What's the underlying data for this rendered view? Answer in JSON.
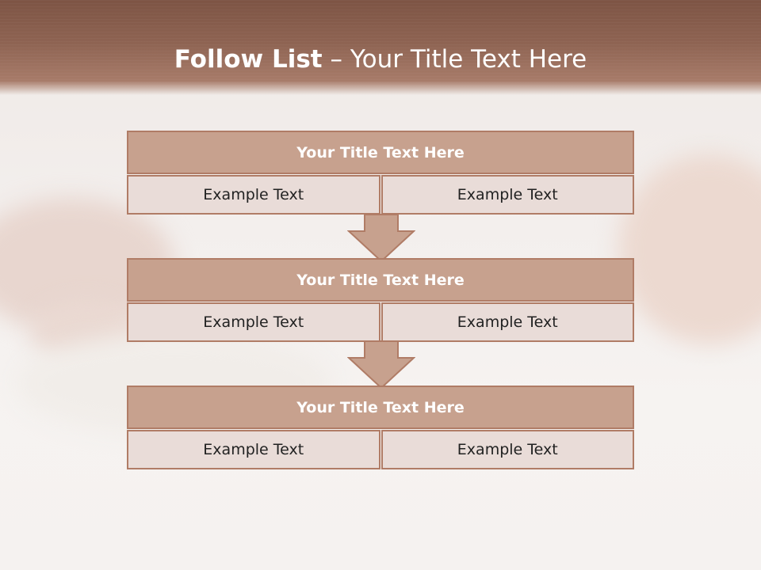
{
  "slide": {
    "title_bold": "Follow List",
    "title_rest": " – Your Title Text Here"
  },
  "steps": [
    {
      "title": "Your Title Text Here",
      "left": "Example Text",
      "right": "Example Text"
    },
    {
      "title": "Your Title Text Here",
      "left": "Example Text",
      "right": "Example Text"
    },
    {
      "title": "Your Title Text Here",
      "left": "Example Text",
      "right": "Example Text"
    }
  ],
  "colors": {
    "header": "#8e6352",
    "title_bar": "#c7a18e",
    "border": "#b07c66",
    "cell": "#e9dcd8",
    "arrow": "#c7a18e"
  }
}
